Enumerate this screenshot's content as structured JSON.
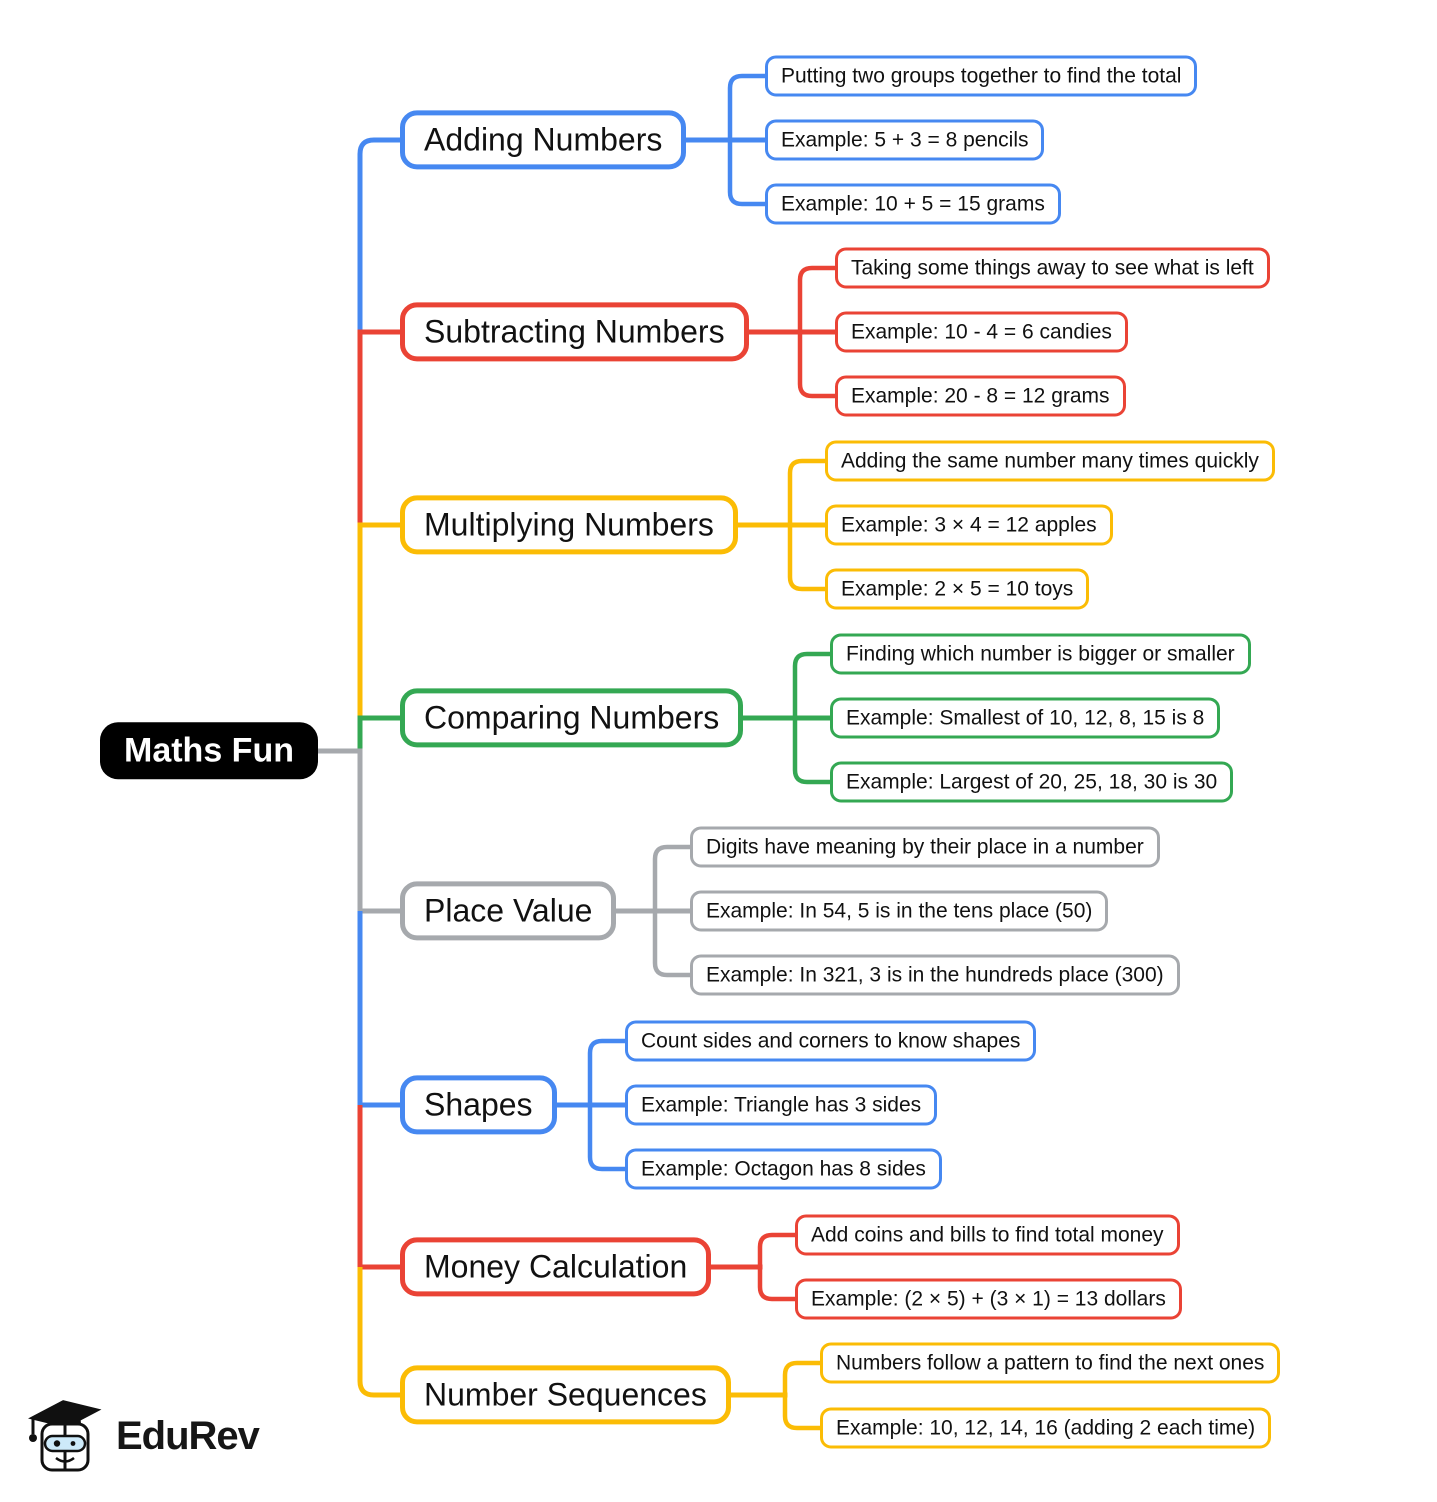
{
  "root": {
    "label": "Maths Fun",
    "bg_color": "#000000",
    "text_color": "#ffffff"
  },
  "colors": {
    "blue": "#4688F1",
    "red": "#EA4335",
    "yellow": "#FBBC05",
    "green": "#34A853",
    "gray": "#A6A9AD"
  },
  "branches": [
    {
      "label": "Adding Numbers",
      "color": "blue",
      "children": [
        "Putting two groups together to find the total",
        "Example: 5 + 3 = 8 pencils",
        "Example: 10 + 5 = 15 grams"
      ]
    },
    {
      "label": "Subtracting Numbers",
      "color": "red",
      "children": [
        "Taking some things away to see what is left",
        "Example: 10 - 4 = 6 candies",
        "Example: 20 - 8 = 12 grams"
      ]
    },
    {
      "label": "Multiplying Numbers",
      "color": "yellow",
      "children": [
        "Adding the same number many times quickly",
        "Example: 3 × 4 = 12 apples",
        "Example: 2 × 5 = 10 toys"
      ]
    },
    {
      "label": "Comparing Numbers",
      "color": "green",
      "children": [
        "Finding which number is bigger or smaller",
        "Example: Smallest of 10, 12, 8, 15 is 8",
        "Example: Largest of 20, 25, 18, 30 is 30"
      ]
    },
    {
      "label": "Place Value",
      "color": "gray",
      "children": [
        "Digits have meaning by their place in a number",
        "Example: In 54, 5 is in the tens place (50)",
        "Example: In 321, 3 is in the hundreds place (300)"
      ]
    },
    {
      "label": "Shapes",
      "color": "blue",
      "children": [
        "Count sides and corners to know shapes",
        "Example: Triangle has 3 sides",
        "Example: Octagon has 8 sides"
      ]
    },
    {
      "label": "Money Calculation",
      "color": "red",
      "children": [
        "Add coins and bills to find total money",
        "Example: (2 × 5) + (3 × 1) = 13 dollars"
      ]
    },
    {
      "label": "Number Sequences",
      "color": "yellow",
      "children": [
        "Numbers follow a pattern to find the next ones",
        "Example: 10, 12, 14, 16 (adding 2 each time)"
      ]
    }
  ],
  "logo": {
    "text": "EduRev"
  }
}
